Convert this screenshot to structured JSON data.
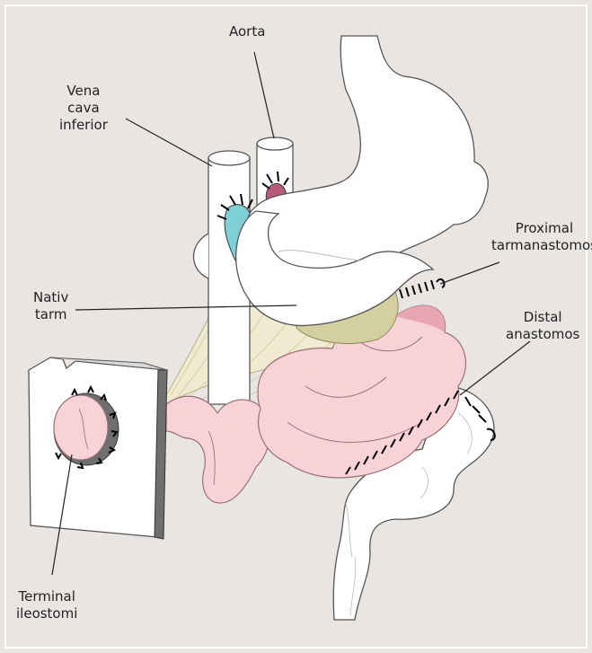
{
  "labels": {
    "aorta": "Aorta",
    "vena_cava": [
      "Vena",
      "cava",
      "inferior"
    ],
    "nativ_tarm": [
      "Nativ",
      "tarm"
    ],
    "proximal": [
      "Proximal",
      "tarmanastomos"
    ],
    "distal": [
      "Distal",
      "anastomos"
    ],
    "terminal": [
      "Terminal",
      "ileostomi"
    ]
  },
  "colors": {
    "background": "#e9e5e3",
    "organ_white": "#ffffff",
    "small_bowel_pink": "#f7d3d8",
    "bowel_shadow": "#e8a6b1",
    "mesentery": "#f0ead0",
    "vena_cava_stump": "#7fd0d6",
    "aorta_stump": "#b85a78",
    "suture": "#000000",
    "abdominal_wall_edge": "#6f6f6f"
  }
}
